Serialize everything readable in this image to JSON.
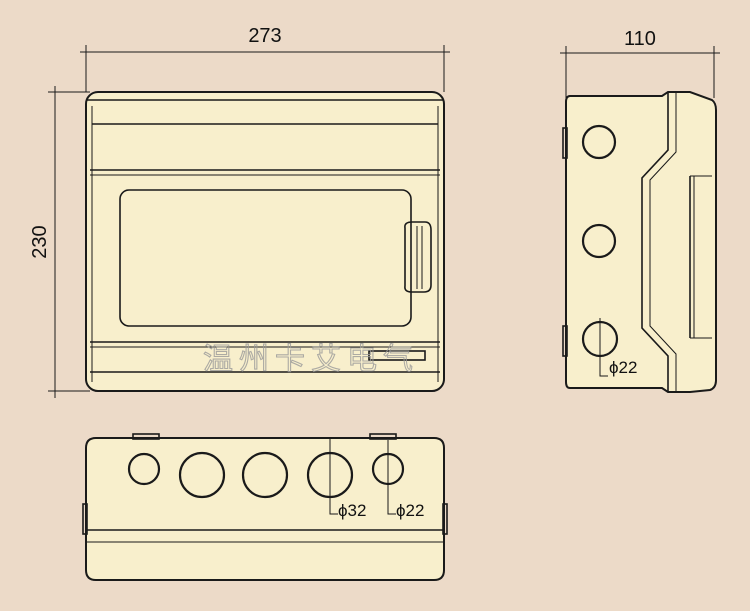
{
  "dimensions": {
    "width": "273",
    "depth": "110",
    "height": "230"
  },
  "hole_labels": {
    "side_hole": "ϕ22",
    "bottom_large_hole": "ϕ32",
    "bottom_small_hole": "ϕ22"
  },
  "watermark": "温州卡艾电气",
  "colors": {
    "background": "#ecdac8",
    "body_fill": "#f8efcc",
    "line": "#1a1a1a"
  }
}
